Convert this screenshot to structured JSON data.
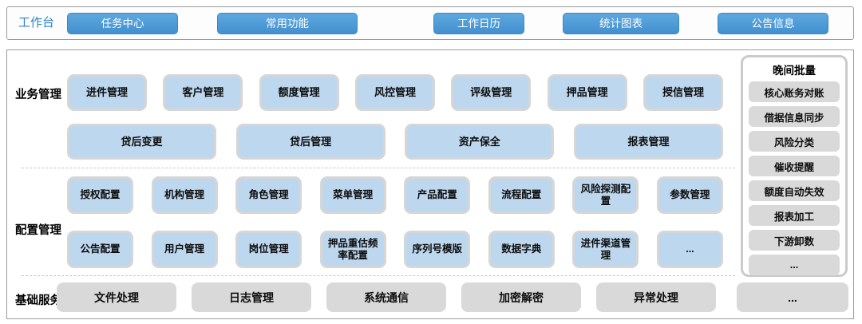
{
  "topbar": {
    "label": "工作台",
    "buttons": [
      "任务中心",
      "常用功能",
      "工作日历",
      "统计图表",
      "公告信息"
    ]
  },
  "business": {
    "label": "业务管理",
    "row1": [
      "进件管理",
      "客户管理",
      "额度管理",
      "风控管理",
      "评级管理",
      "押品管理",
      "授信管理"
    ],
    "row2": [
      "贷后变更",
      "贷后管理",
      "资产保全",
      "报表管理"
    ]
  },
  "config": {
    "label": "配置管理",
    "row1": [
      "授权配置",
      "机构管理",
      "角色管理",
      "菜单管理",
      "产品配置",
      "流程配置",
      "风险探测配置",
      "参数管理"
    ],
    "row2": [
      "公告配置",
      "用户管理",
      "岗位管理",
      "押品重估频率配置",
      "序列号模版",
      "数据字典",
      "进件渠道管理",
      "..."
    ]
  },
  "basic": {
    "label": "基础服务",
    "items": [
      "文件处理",
      "日志管理",
      "系统通信",
      "加密解密",
      "异常处理"
    ],
    "more": "..."
  },
  "night_batch": {
    "title": "晚间批量",
    "items": [
      "核心账务对账",
      "借据信息同步",
      "风险分类",
      "催收提醒",
      "额度自动失效",
      "报表加工",
      "下游卸数",
      "..."
    ]
  },
  "colors": {
    "accent_blue": "#4796d2",
    "module_blue_fill": "#bdd7ee",
    "gray_fill": "#d9d9d9",
    "workbench_label_blue": "#3182c4"
  }
}
